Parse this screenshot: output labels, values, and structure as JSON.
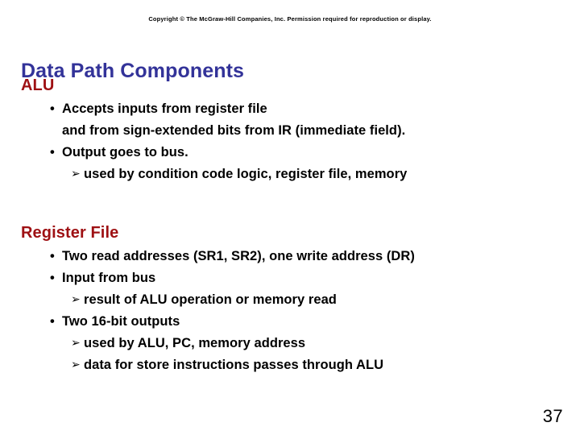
{
  "slide": {
    "copyright": "Copyright © The McGraw-Hill Companies, Inc.  Permission required for reproduction or display.",
    "title": "Data Path Components",
    "page_number": "37",
    "colors": {
      "title": "#333399",
      "section_heading": "#9E1013",
      "body_text": "#000000",
      "background": "#FFFFFF"
    },
    "bullet_glyph": "•",
    "subbullet_glyph": "➢",
    "sections": [
      {
        "heading": "ALU",
        "items": [
          {
            "type": "bullet",
            "text": "Accepts inputs from register file",
            "continuation": "and from sign-extended bits from IR (immediate field)."
          },
          {
            "type": "bullet",
            "text": "Output goes to bus."
          },
          {
            "type": "subbullet",
            "text": "used by condition code logic, register file, memory"
          }
        ]
      },
      {
        "heading": "Register File",
        "items": [
          {
            "type": "bullet",
            "text": "Two read addresses (SR1, SR2), one write address (DR)"
          },
          {
            "type": "bullet",
            "text": "Input from bus"
          },
          {
            "type": "subbullet",
            "text": "result of ALU operation or memory read"
          },
          {
            "type": "bullet",
            "text": "Two 16-bit outputs"
          },
          {
            "type": "subbullet",
            "text": "used by ALU, PC, memory address"
          },
          {
            "type": "subbullet",
            "text": "data for store instructions passes through ALU"
          }
        ]
      }
    ]
  }
}
